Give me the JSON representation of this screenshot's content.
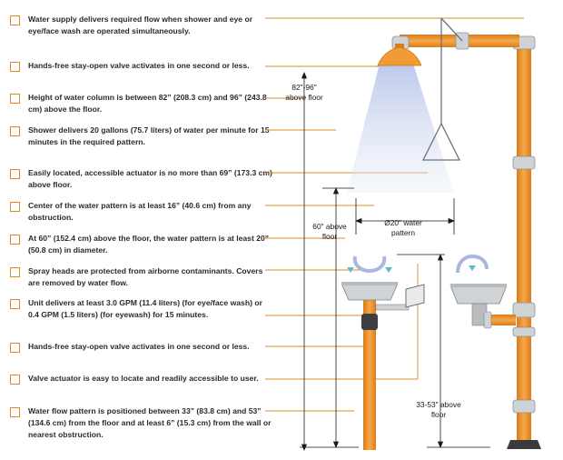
{
  "checklist": [
    "Water supply delivers required flow when shower and eye or eye/face wash are operated simultaneously.",
    "Hands-free stay-open valve activates in one second or less.",
    "Height of water column is between 82” (208.3 cm) and 96” (243.8 cm) above the floor.",
    "Shower delivers 20 gallons (75.7 liters) of water per minute for 15 minutes in the required pattern.",
    "Easily located, accessible actuator is no more than 69” (173.3 cm) above floor.",
    "Center of the water pattern is at least 16” (40.6 cm) from any obstruction.",
    "At 60” (152.4 cm) above the floor, the water pattern is at least 20” (50.8 cm) in diameter.",
    "Spray heads are protected from airborne contaminants. Covers are removed by water flow.",
    "Unit delivers at least 3.0 GPM (11.4 liters) (for eye/face wash) or 0.4 GPM (1.5 liters) (for eyewash) for 15 minutes.",
    "Hands-free stay-open valve activates in one second or less.",
    "Valve actuator is easy to locate and readily accessible to user.",
    "Water flow pattern is positioned between 33” (83.8 cm) and 53” (134.6 cm) from the floor and at least 6” (15.3 cm) from the wall or nearest obstruction."
  ],
  "labels": {
    "height_82_96": "82\"-96\" above floor",
    "height_60": "60\" above floor",
    "pattern_20": "Ø20\" water pattern",
    "height_33_53": "33-53\" above floor"
  },
  "colors": {
    "pipe": "#f0962a",
    "pipe_dark": "#c9731a",
    "leader": "#e0892b",
    "fitting": "#cfd3d6",
    "spray": "#c9d3ec"
  }
}
